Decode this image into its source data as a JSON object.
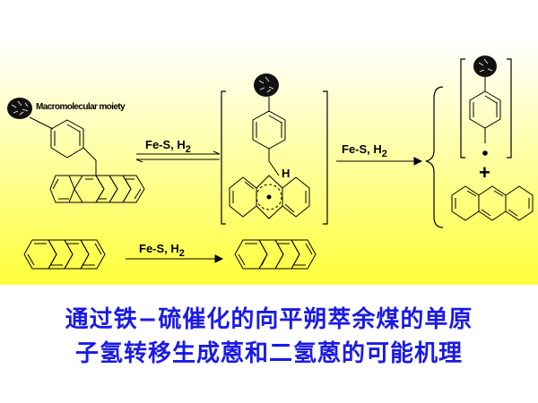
{
  "diagram": {
    "macromolecule_label": "Macromolecular moiety",
    "arrow1_reagent": "Fe-S, H",
    "arrow1_subscript": "2",
    "arrow2_reagent": "Fe-S, H",
    "arrow2_subscript": "2",
    "arrow3_reagent": "Fe-S, H",
    "arrow3_subscript": "2",
    "hydrogen_label": "H",
    "radical_dot": "•",
    "plus_sign": "+",
    "colors": {
      "gradient_top": "#ffffff",
      "gradient_bottom": "#ffff33",
      "caption": "#1a1ae6",
      "structure": "#000000"
    }
  },
  "caption": {
    "line1": "通过铁−硫催化的向平朔萃余煤的单原",
    "line2": "子氢转移生成蒽和二氢蒽的可能机理"
  }
}
